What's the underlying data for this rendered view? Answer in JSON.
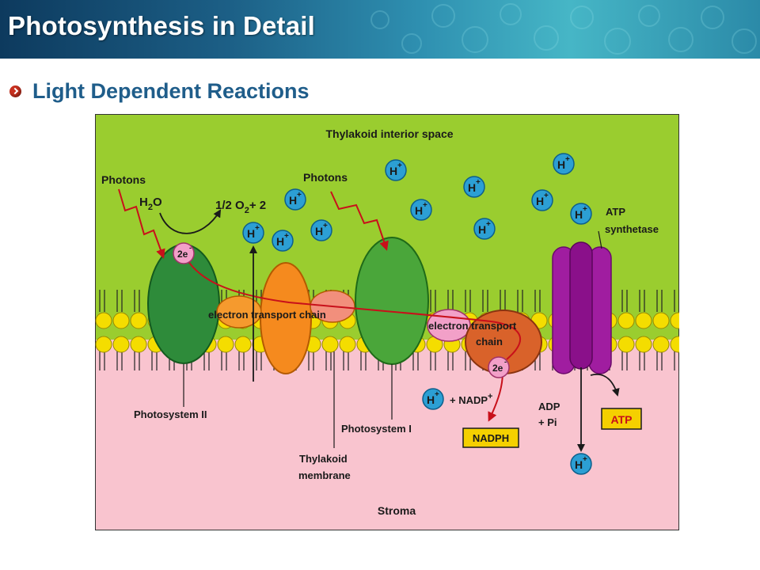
{
  "slide": {
    "title": "Photosynthesis in Detail",
    "subtitle": "Light Dependent Reactions"
  },
  "diagram": {
    "labels": {
      "thylakoid_space": "Thylakoid interior space",
      "photons": "Photons",
      "h2o_h": "H",
      "h2o_sub": "2",
      "h2o_o": "O",
      "o2_half": "1/2 O",
      "o2_sub": "2",
      "o2_plus": "+ 2",
      "h_plus": "H",
      "plus": "+",
      "atp_synthetase_1": "ATP",
      "atp_synthetase_2": "synthetase",
      "electron_transport_chain_1": "electron transport chain",
      "electron_transport_chain_2a": "electron transport",
      "electron_transport_chain_2b": "chain",
      "two_e": "2e",
      "minus": "-",
      "photosystem_ii": "Photosystem II",
      "photosystem_i": "Photosystem I",
      "thylakoid_membrane_1": "Thylakoid",
      "thylakoid_membrane_2": "membrane",
      "nadp": "+ NADP",
      "nadph": "NADPH",
      "adp": "ADP",
      "pi": "+ Pi",
      "atp": "ATP",
      "stroma": "Stroma"
    },
    "colors": {
      "thylakoid_interior": "#9acd2f",
      "stroma": "#f9c4cf",
      "membrane_head": "#f4dd00",
      "photosystem": "#2e8b3a",
      "cytochrome": "#f58a1e",
      "atp_synthase": "#a01da0",
      "hydrogen_ion": "#2c9fd4",
      "electron_path": "#c8101a",
      "label_box": "#f5d000"
    },
    "icons": [
      "photon-zigzag-arrow",
      "hydrogen-ion",
      "electron-pair"
    ]
  }
}
